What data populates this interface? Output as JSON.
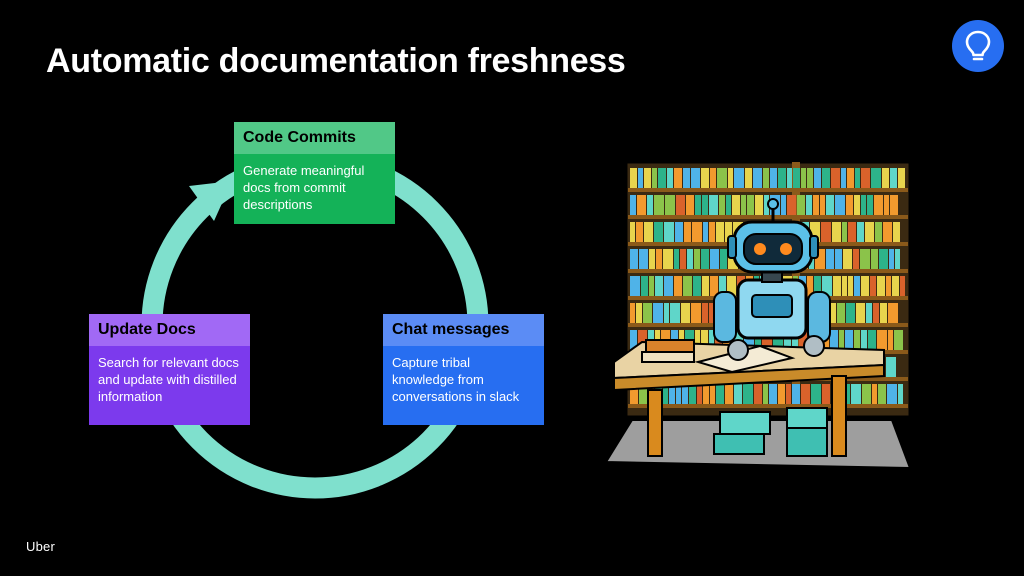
{
  "slide": {
    "title": "Automatic documentation freshness",
    "logo_text": "Uber"
  },
  "cycle": {
    "steps": [
      {
        "id": "commit",
        "heading": "Code Commits",
        "description": "Generate meaningful docs from commit descriptions"
      },
      {
        "id": "chat",
        "heading": "Chat messages",
        "description": "Capture tribal knowledge from conversations in slack"
      },
      {
        "id": "update",
        "heading": "Update Docs",
        "description": "Search for relevant docs and update with distilled information"
      }
    ]
  },
  "icons": {
    "corner": "lightbulb-icon",
    "cycle_arrow": "cycle-arrow-icon",
    "illustration": "robot-librarian-illustration"
  },
  "colors": {
    "background": "#000000",
    "ring": "#7FE0CD",
    "commit": "#14B258",
    "chat": "#276EF1",
    "update": "#7C3AED",
    "accent_blue": "#276EF1"
  }
}
